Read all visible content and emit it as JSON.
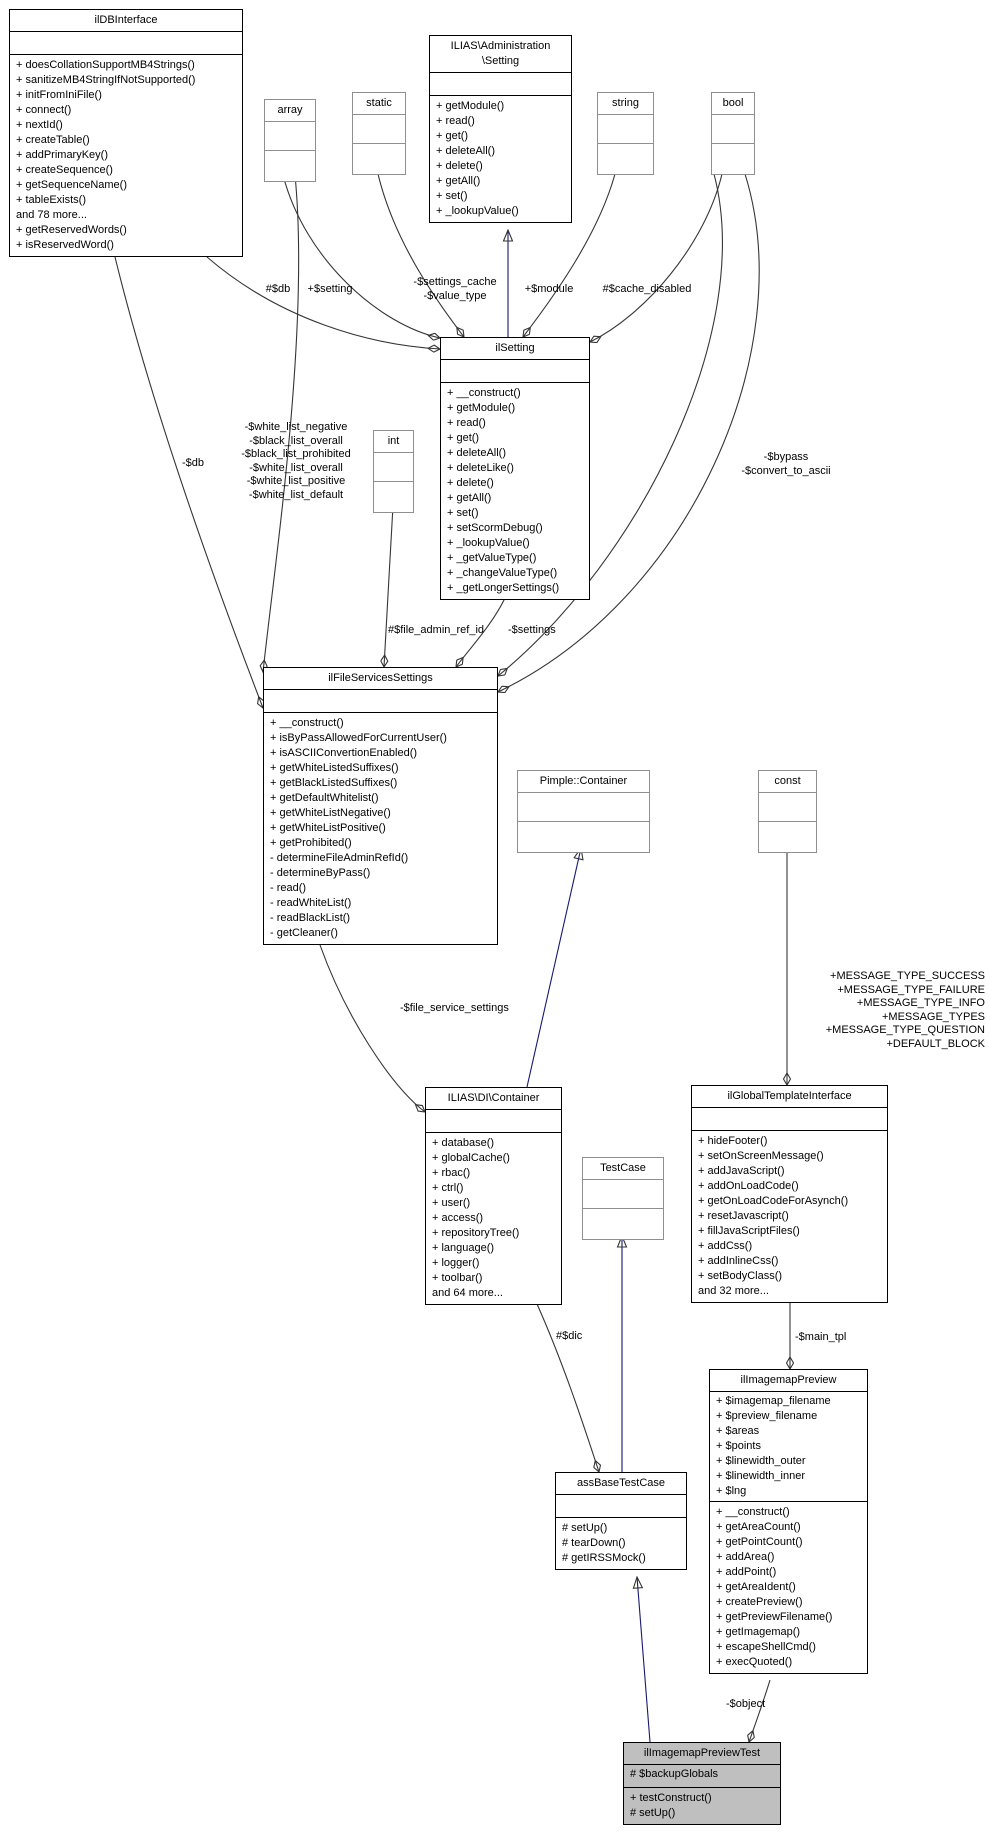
{
  "diagram": {
    "type": "uml-class-collaboration",
    "colors": {
      "inheritance_edge": "#191970",
      "aggregation_edge": "#353535",
      "highlight_node_fill": "#bfbfbf",
      "node_fill": "#ffffff"
    },
    "nodes": [
      {
        "id": "ildbinterface",
        "title": "ilDBInterface",
        "attributes": [],
        "methods": [
          "+ doesCollationSupportMB4Strings()",
          "+ sanitizeMB4StringIfNotSupported()",
          "+ initFromIniFile()",
          "+ connect()",
          "+ nextId()",
          "+ createTable()",
          "+ addPrimaryKey()",
          "+ createSequence()",
          "+ getSequenceName()",
          "+ tableExists()",
          "and 78 more...",
          "+ getReservedWords()",
          "+ isReservedWord()"
        ]
      },
      {
        "id": "adminsetting",
        "title": "ILIAS\\Administration\n\\Setting",
        "attributes": [],
        "methods": [
          "+ getModule()",
          "+ read()",
          "+ get()",
          "+ deleteAll()",
          "+ delete()",
          "+ getAll()",
          "+ set()",
          "+ _lookupValue()"
        ]
      },
      {
        "id": "array",
        "title": "array",
        "attributes": [],
        "methods": []
      },
      {
        "id": "static",
        "title": "static",
        "attributes": [],
        "methods": []
      },
      {
        "id": "string",
        "title": "string",
        "attributes": [],
        "methods": []
      },
      {
        "id": "bool",
        "title": "bool",
        "attributes": [],
        "methods": []
      },
      {
        "id": "ilsetting",
        "title": "ilSetting",
        "attributes": [],
        "methods": [
          "+ __construct()",
          "+ getModule()",
          "+ read()",
          "+ get()",
          "+ deleteAll()",
          "+ deleteLike()",
          "+ delete()",
          "+ getAll()",
          "+ set()",
          "+ setScormDebug()",
          "+ _lookupValue()",
          "+ _getValueType()",
          "+ _changeValueType()",
          "+ _getLongerSettings()"
        ]
      },
      {
        "id": "int",
        "title": "int",
        "attributes": [],
        "methods": []
      },
      {
        "id": "fss",
        "title": "ilFileServicesSettings",
        "attributes": [],
        "methods": [
          "+ __construct()",
          "+ isByPassAllowedForCurrentUser()",
          "+ isASCIIConvertionEnabled()",
          "+ getWhiteListedSuffixes()",
          "+ getBlackListedSuffixes()",
          "+ getDefaultWhitelist()",
          "+ getWhiteListNegative()",
          "+ getWhiteListPositive()",
          "+ getProhibited()",
          "- determineFileAdminRefId()",
          "- determineByPass()",
          "- read()",
          "- readWhiteList()",
          "- readBlackList()",
          "- getCleaner()"
        ]
      },
      {
        "id": "pimple",
        "title": "Pimple::Container",
        "attributes": [],
        "methods": []
      },
      {
        "id": "const",
        "title": "const",
        "attributes": [],
        "methods": []
      },
      {
        "id": "dic",
        "title": "ILIAS\\DI\\Container",
        "attributes": [],
        "methods": [
          "+ database()",
          "+ globalCache()",
          "+ rbac()",
          "+ ctrl()",
          "+ user()",
          "+ access()",
          "+ repositoryTree()",
          "+ language()",
          "+ logger()",
          "+ toolbar()",
          "and 64 more..."
        ]
      },
      {
        "id": "testcase",
        "title": "TestCase",
        "attributes": [],
        "methods": []
      },
      {
        "id": "tpl",
        "title": "ilGlobalTemplateInterface",
        "attributes": [],
        "methods": [
          "+ hideFooter()",
          "+ setOnScreenMessage()",
          "+ addJavaScript()",
          "+ addOnLoadCode()",
          "+ getOnLoadCodeForAsynch()",
          "+ resetJavascript()",
          "+ fillJavaScriptFiles()",
          "+ addCss()",
          "+ addInlineCss()",
          "+ setBodyClass()",
          "and 32 more..."
        ]
      },
      {
        "id": "imgprev",
        "title": "ilImagemapPreview",
        "attributes": [
          "+ $imagemap_filename",
          "+ $preview_filename",
          "+ $areas",
          "+ $points",
          "+ $linewidth_outer",
          "+ $linewidth_inner",
          "+ $lng"
        ],
        "methods": [
          "+ __construct()",
          "+ getAreaCount()",
          "+ getPointCount()",
          "+ addArea()",
          "+ addPoint()",
          "+ getAreaIdent()",
          "+ createPreview()",
          "+ getPreviewFilename()",
          "+ getImagemap()",
          "+ escapeShellCmd()",
          "+ execQuoted()"
        ]
      },
      {
        "id": "abtc",
        "title": "assBaseTestCase",
        "attributes": [],
        "methods": [
          "# setUp()",
          "# tearDown()",
          "# getIRSSMock()"
        ]
      },
      {
        "id": "imgtest",
        "title": "ilImagemapPreviewTest",
        "highlight": true,
        "attributes": [
          "# $backupGlobals"
        ],
        "methods": [
          "+ testConstruct()",
          "# setUp()"
        ]
      }
    ],
    "edges": [
      {
        "id": "e-db-setting",
        "from": "ildbinterface",
        "to": "ilsetting",
        "kind": "aggregation",
        "label": "#$db"
      },
      {
        "id": "e-array-setting",
        "from": "array",
        "to": "ilsetting",
        "kind": "aggregation",
        "label": "+$setting"
      },
      {
        "id": "e-static-setting",
        "from": "static",
        "to": "ilsetting",
        "kind": "aggregation",
        "label": "-$settings_cache\n-$value_type"
      },
      {
        "id": "e-string-setting",
        "from": "string",
        "to": "ilsetting",
        "kind": "aggregation",
        "label": "+$module"
      },
      {
        "id": "e-bool-setting",
        "from": "bool",
        "to": "ilsetting",
        "kind": "aggregation",
        "label": "#$cache_disabled"
      },
      {
        "id": "e-setting-inherit",
        "from": "ilsetting",
        "to": "adminsetting",
        "kind": "inheritance",
        "label": ""
      },
      {
        "id": "e-db-fss",
        "from": "ildbinterface",
        "to": "fss",
        "kind": "aggregation",
        "label": "-$db"
      },
      {
        "id": "e-array-fss",
        "from": "array",
        "to": "fss",
        "kind": "aggregation",
        "label": "-$white_list_negative\n-$black_list_overall\n-$black_list_prohibited\n-$white_list_overall\n-$white_list_positive\n-$white_list_default"
      },
      {
        "id": "e-bool-fss-1",
        "from": "bool",
        "to": "fss",
        "kind": "aggregation",
        "label": "-$bypass\n-$convert_to_ascii"
      },
      {
        "id": "e-bool-fss-2",
        "from": "bool",
        "to": "fss",
        "kind": "aggregation",
        "label": ""
      },
      {
        "id": "e-int-fss",
        "from": "int",
        "to": "fss",
        "kind": "aggregation",
        "label": "#$file_admin_ref_id"
      },
      {
        "id": "e-setting-fss",
        "from": "ilsetting",
        "to": "fss",
        "kind": "aggregation",
        "label": "-$settings"
      },
      {
        "id": "e-pimple-inherit",
        "from": "dic",
        "to": "pimple",
        "kind": "inheritance",
        "label": ""
      },
      {
        "id": "e-fss-dic",
        "from": "fss",
        "to": "dic",
        "kind": "aggregation",
        "label": "-$file_service_settings"
      },
      {
        "id": "e-const-tpl",
        "from": "const",
        "to": "tpl",
        "kind": "aggregation",
        "label": "+MESSAGE_TYPE_SUCCESS\n+MESSAGE_TYPE_FAILURE\n+MESSAGE_TYPE_INFO\n+MESSAGE_TYPES\n+MESSAGE_TYPE_QUESTION\n+DEFAULT_BLOCK"
      },
      {
        "id": "e-dic-abtc",
        "from": "dic",
        "to": "abtc",
        "kind": "aggregation",
        "label": "#$dic"
      },
      {
        "id": "e-testcase-inherit",
        "from": "abtc",
        "to": "testcase",
        "kind": "inheritance",
        "label": ""
      },
      {
        "id": "e-tpl-imgprev",
        "from": "tpl",
        "to": "imgprev",
        "kind": "aggregation",
        "label": "-$main_tpl"
      },
      {
        "id": "e-imgprev-test",
        "from": "imgprev",
        "to": "imgtest",
        "kind": "aggregation",
        "label": "-$object"
      },
      {
        "id": "e-abtc-inherit",
        "from": "imgtest",
        "to": "abtc",
        "kind": "inheritance",
        "label": ""
      }
    ]
  }
}
